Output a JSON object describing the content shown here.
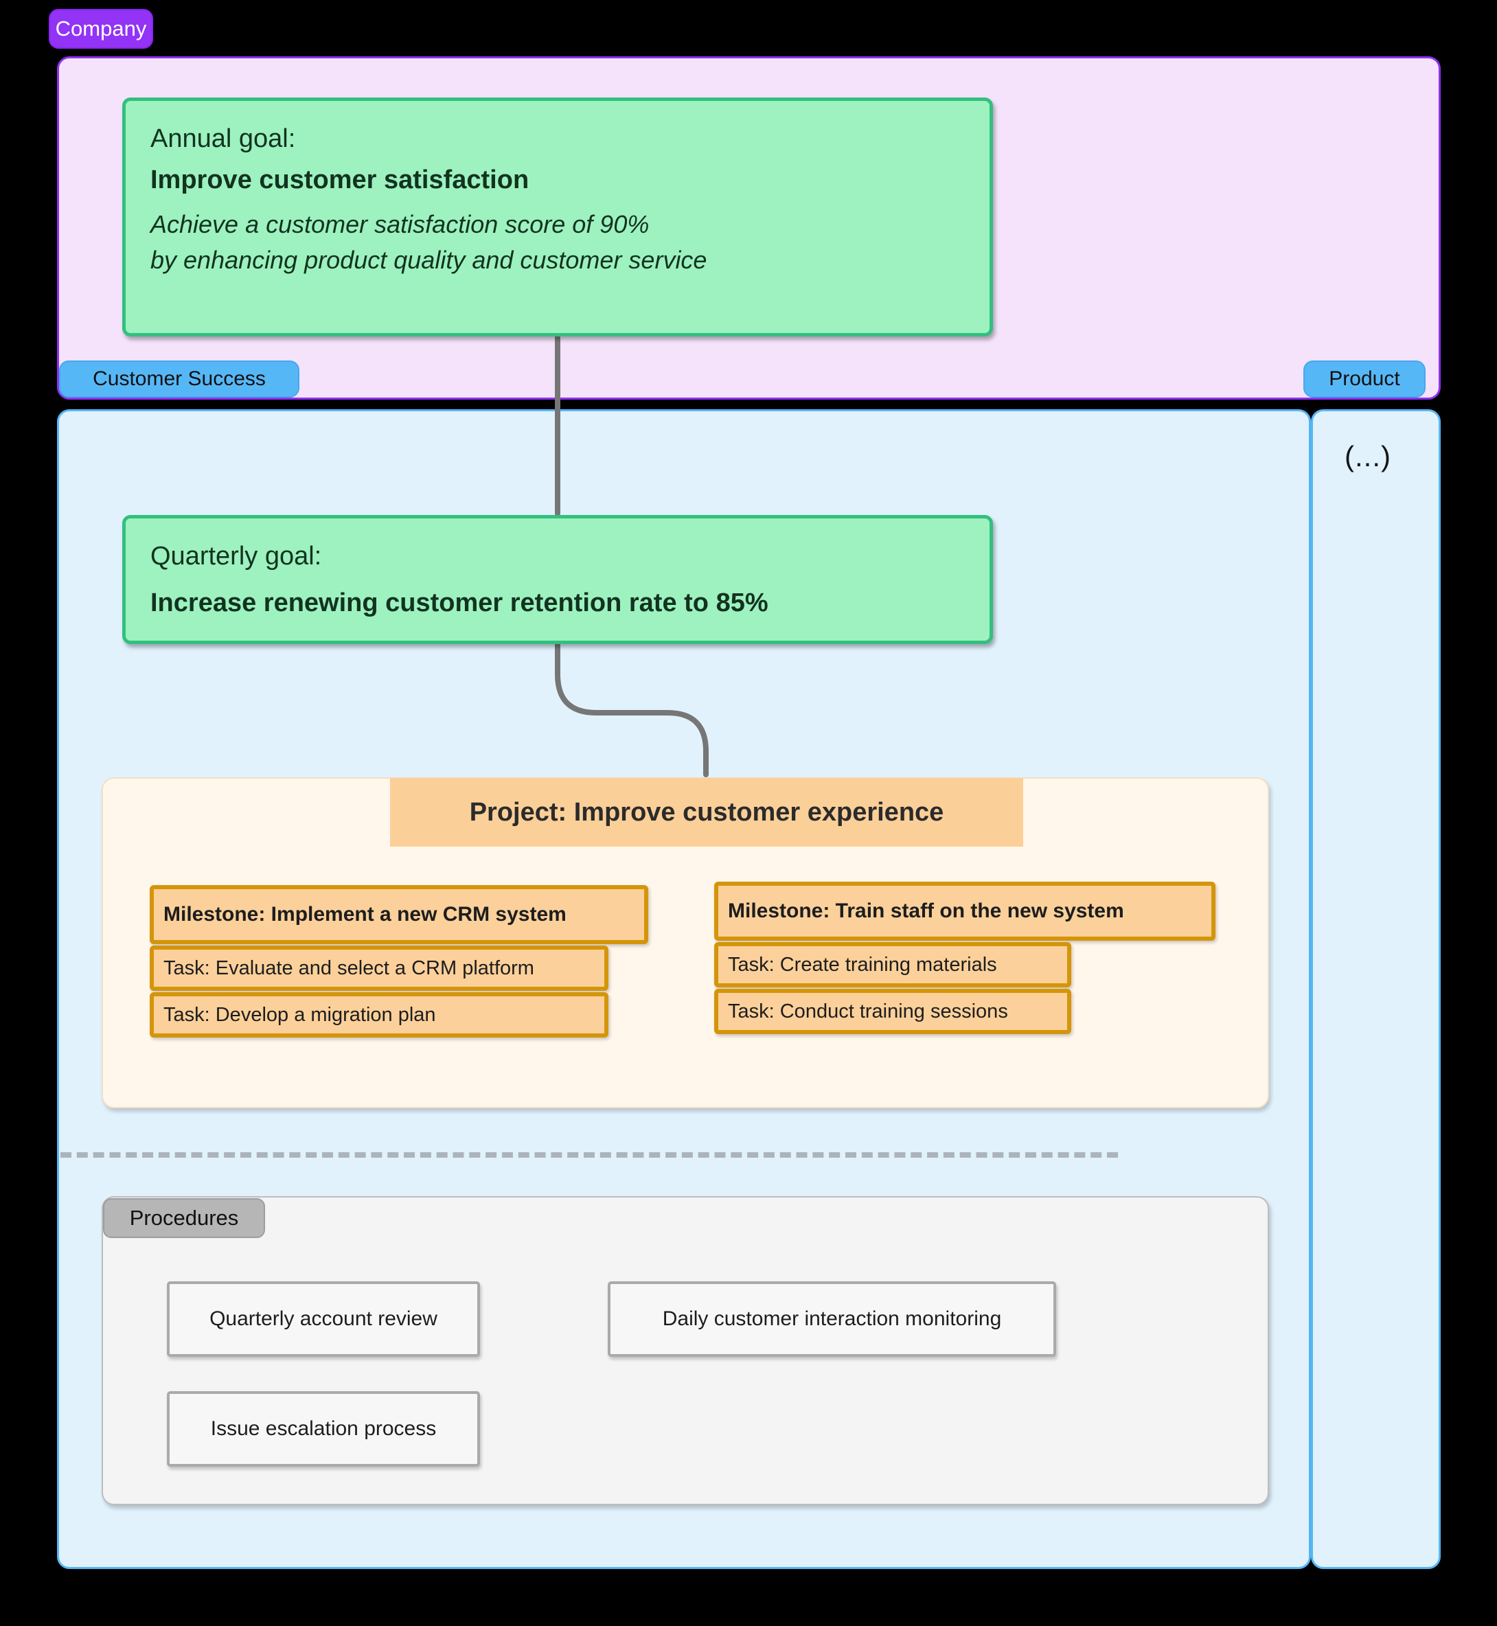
{
  "lanes": {
    "company": {
      "label": "Company",
      "color": "#9233f5",
      "background": "#f4e3fb"
    },
    "customer_success": {
      "label": "Customer Success",
      "color": "#56b7f7",
      "background": "#e1f2fd"
    },
    "product": {
      "label": "Product",
      "color": "#56b7f7",
      "background": "#e1f2fd",
      "content": "(...)"
    }
  },
  "annual_goal": {
    "label": "Annual goal:",
    "title": "Improve customer satisfaction",
    "description_line1": "Achieve a customer satisfaction score of 90%",
    "description_line2": "by enhancing product quality and customer service",
    "color": "#9df2c0",
    "border_color": "#33bf80"
  },
  "quarterly_goal": {
    "label": "Quarterly goal:",
    "title": "Increase renewing customer retention rate to 85%",
    "color": "#9df2c0",
    "border_color": "#33bf80"
  },
  "project": {
    "title": "Project: Improve customer experience",
    "header_color": "#fbcf98",
    "container_color": "#fff7ec",
    "milestones": [
      {
        "title": "Milestone: Implement a new CRM system",
        "tasks": [
          "Task: Evaluate and select a CRM platform",
          "Task: Develop a migration plan"
        ]
      },
      {
        "title": "Milestone: Train staff on the new system",
        "tasks": [
          "Task: Create training materials",
          "Task: Conduct training sessions"
        ]
      }
    ],
    "accent_color": "#d4950a",
    "box_color": "#fbd09a"
  },
  "procedures": {
    "label": "Procedures",
    "badge_color": "#b6b6b6",
    "items": [
      "Quarterly account review",
      "Daily customer interaction monitoring",
      "Issue escalation process"
    ]
  }
}
